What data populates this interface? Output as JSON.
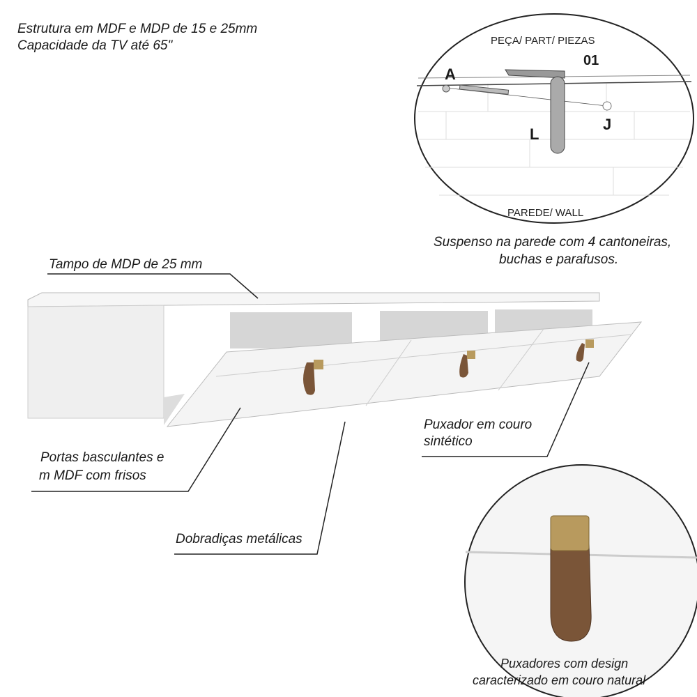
{
  "header": {
    "line1": "Estrutura em  MDF e MDP de  15 e 25mm",
    "line2": "Capacidade da TV até 65\""
  },
  "install_detail": {
    "parts_label": "PEÇA/ PART/ PIEZAS",
    "part_number": "01",
    "letter_a": "A",
    "letter_l": "L",
    "letter_j": "J",
    "wall_label": "PAREDE/ WALL",
    "caption_line1": "Suspenso na parede com 4 cantoneiras,",
    "caption_line2": "buchas e parafusos."
  },
  "callouts": {
    "top": "Tampo de MDP de 25 mm",
    "doors_line1": "Portas basculantes e",
    "doors_line2": "m MDF com frisos",
    "hinges": "Dobradiças metálicas",
    "handle_line1": "Puxador em couro",
    "handle_line2": "sintético"
  },
  "handle_detail": {
    "caption_line1": "Puxadores com design",
    "caption_line2": "caracterizado em couro natural"
  },
  "colors": {
    "leather": "#7a5538",
    "brass": "#b89a5e",
    "panel": "#f4f4f4"
  }
}
